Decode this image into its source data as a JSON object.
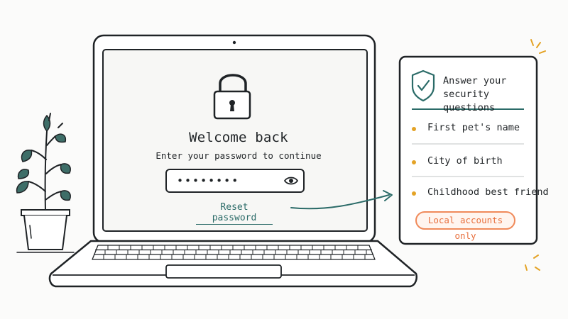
{
  "login": {
    "title": "Welcome back",
    "subtitle": "Enter your password to continue",
    "password_masked": "••••••••",
    "reset_link": "Reset password",
    "lock_icon": "padlock-icon",
    "eye_icon": "eye-icon"
  },
  "security_panel": {
    "title_line1": "Answer your",
    "title_line2": "security questions",
    "shield_icon": "shield-check-icon",
    "questions": [
      "First pet's name",
      "City of birth",
      "Childhood best friend"
    ],
    "badge": "Local accounts only"
  },
  "colors": {
    "ink": "#1f2326",
    "teal": "#2b6b68",
    "bullet": "#e4a326",
    "badge": "#f08a5a",
    "leaf": "#3e6e68"
  }
}
